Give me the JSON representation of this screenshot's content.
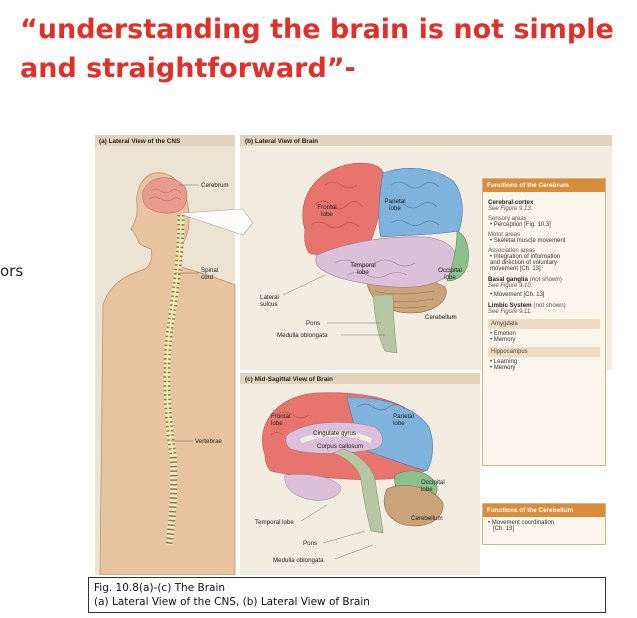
{
  "title": {
    "line1": "“understanding the brain is not simple",
    "line2": "and straightforward”-"
  },
  "left_fragment": "ors",
  "figure": {
    "panel_a_header": "(a) Lateral View of the CNS",
    "panel_b_header": "(b) Lateral View of Brain",
    "panel_c_header": "(c) Mid-Sagittal View of Brain",
    "labels_a": {
      "cerebrum": "Cerebrum",
      "spinal_cord_1": "Spinal",
      "spinal_cord_2": "cord",
      "vertebrae": "Vertebrae"
    },
    "labels_b": {
      "frontal_1": "Frontal",
      "frontal_2": "lobe",
      "parietal_1": "Parietal",
      "parietal_2": "lobe",
      "temporal_1": "Temporal",
      "temporal_2": "lobe",
      "occipital_1": "Occipital",
      "occipital_2": "lobe",
      "lateral_1": "Lateral",
      "lateral_2": "sulcus",
      "cerebellum": "Cerebellum",
      "pons": "Pons",
      "medulla": "Medulla oblongata"
    },
    "labels_c": {
      "frontal_1": "Frontal",
      "frontal_2": "lobe",
      "parietal_1": "Parietal",
      "parietal_2": "lobe",
      "cingulate": "Cingulate gyrus",
      "corpus": "Corpus callosum",
      "occipital_1": "Occipital",
      "occipital_2": "lobe",
      "cerebellum": "Cerebellum",
      "temporal": "Temporal lobe",
      "pons": "Pons",
      "medulla": "Medulla oblongata"
    }
  },
  "cerebrum_panel": {
    "header": "Functions of the Cerebrum",
    "cortex_title": "Cerebral cortex",
    "cortex_see": "See Figure 9.13.",
    "sensory": "Sensory areas",
    "sensory_item": "• Perception [Fig. 10.3]",
    "motor": "Motor areas",
    "motor_item": "• Skeletal muscle movement",
    "assoc": "Association areas",
    "assoc_item_1": "• Integration of information",
    "assoc_item_2": "and direction of voluntary",
    "assoc_item_3": "movement [Ch. 13]",
    "basal_title": "Basal ganglia",
    "basal_note": " (not shown)",
    "basal_see": "See Figure 9.10.",
    "basal_item": "• Movement [Ch. 13]",
    "limbic_title": "Limbic System",
    "limbic_note": " (not shown)",
    "limbic_see": "See Figure 9.11.",
    "amygdala": "Amygdala",
    "amygdala_item_1": "• Emotion",
    "amygdala_item_2": "• Memory",
    "hippocampus": "Hippocampus",
    "hippo_item_1": "• Learning",
    "hippo_item_2": "• Memory"
  },
  "cerebellum_panel": {
    "header": "Functions of the Cerebellum",
    "item_1": "• Movement coordination",
    "item_2": "[Ch. 13]"
  },
  "caption": {
    "line1": "Fig. 10.8(a)-(c) The Brain",
    "line2": "(a) Lateral View of the CNS, (b) Lateral View of Brain"
  },
  "colors": {
    "title": "#e0302a",
    "frontal": "#e8756d",
    "parietal": "#7fb2dd",
    "temporal": "#dcbfd8",
    "occipital": "#8cc08c",
    "cerebellum": "#c9a37a",
    "panel_header": "#d98d3a"
  }
}
